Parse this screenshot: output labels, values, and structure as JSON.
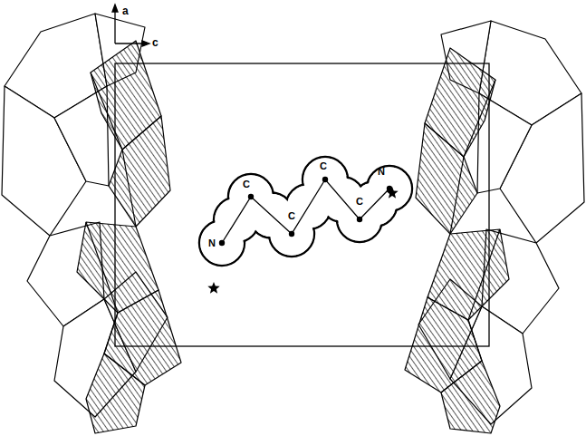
{
  "diagram": {
    "nodes": [
      {
        "text": [
          "N",
          "C",
          "C",
          "C",
          "C",
          "N"
        ]
      }
    ],
    "labels": [
      "a",
      "c"
    ]
  }
}
